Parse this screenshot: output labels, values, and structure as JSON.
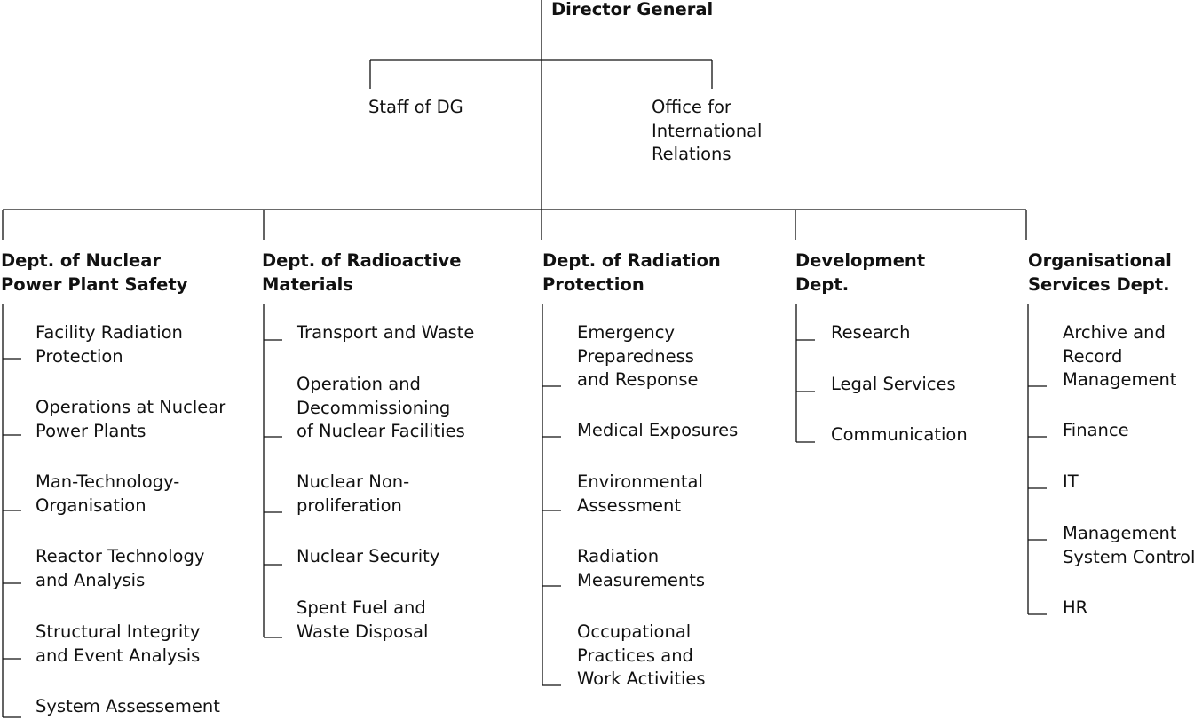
{
  "director": "Director General",
  "staff_units": [
    "Staff of DG",
    "Office for\nInternational\nRelations"
  ],
  "departments": [
    {
      "title": "Dept. of Nuclear\nPower Plant Safety",
      "units": [
        "Facility Radiation\nProtection",
        "Operations at Nuclear\nPower Plants",
        "Man-Technology-\nOrganisation",
        "Reactor Technology\nand Analysis",
        "Structural Integrity\nand Event Analysis",
        "System Assessement"
      ]
    },
    {
      "title": "Dept. of Radioactive\nMaterials",
      "units": [
        "Transport and Waste",
        "Operation and\nDecommissioning\nof Nuclear Facilities",
        "Nuclear Non-\nproliferation",
        "Nuclear Security",
        "Spent Fuel and\nWaste Disposal"
      ]
    },
    {
      "title": "Dept. of Radiation\nProtection",
      "units": [
        "Emergency\nPreparedness\nand Response",
        "Medical Exposures",
        "Environmental\nAssessment",
        "Radiation\nMeasurements",
        "Occupational\nPractices and\nWork Activities"
      ]
    },
    {
      "title": "Development\nDept.",
      "units": [
        "Research",
        "Legal Services",
        "Communication"
      ]
    },
    {
      "title": "Organisational\nServices Dept.",
      "units": [
        "Archive and\nRecord\nManagement",
        "Finance",
        "IT",
        "Management\nSystem Control",
        "HR"
      ]
    }
  ]
}
